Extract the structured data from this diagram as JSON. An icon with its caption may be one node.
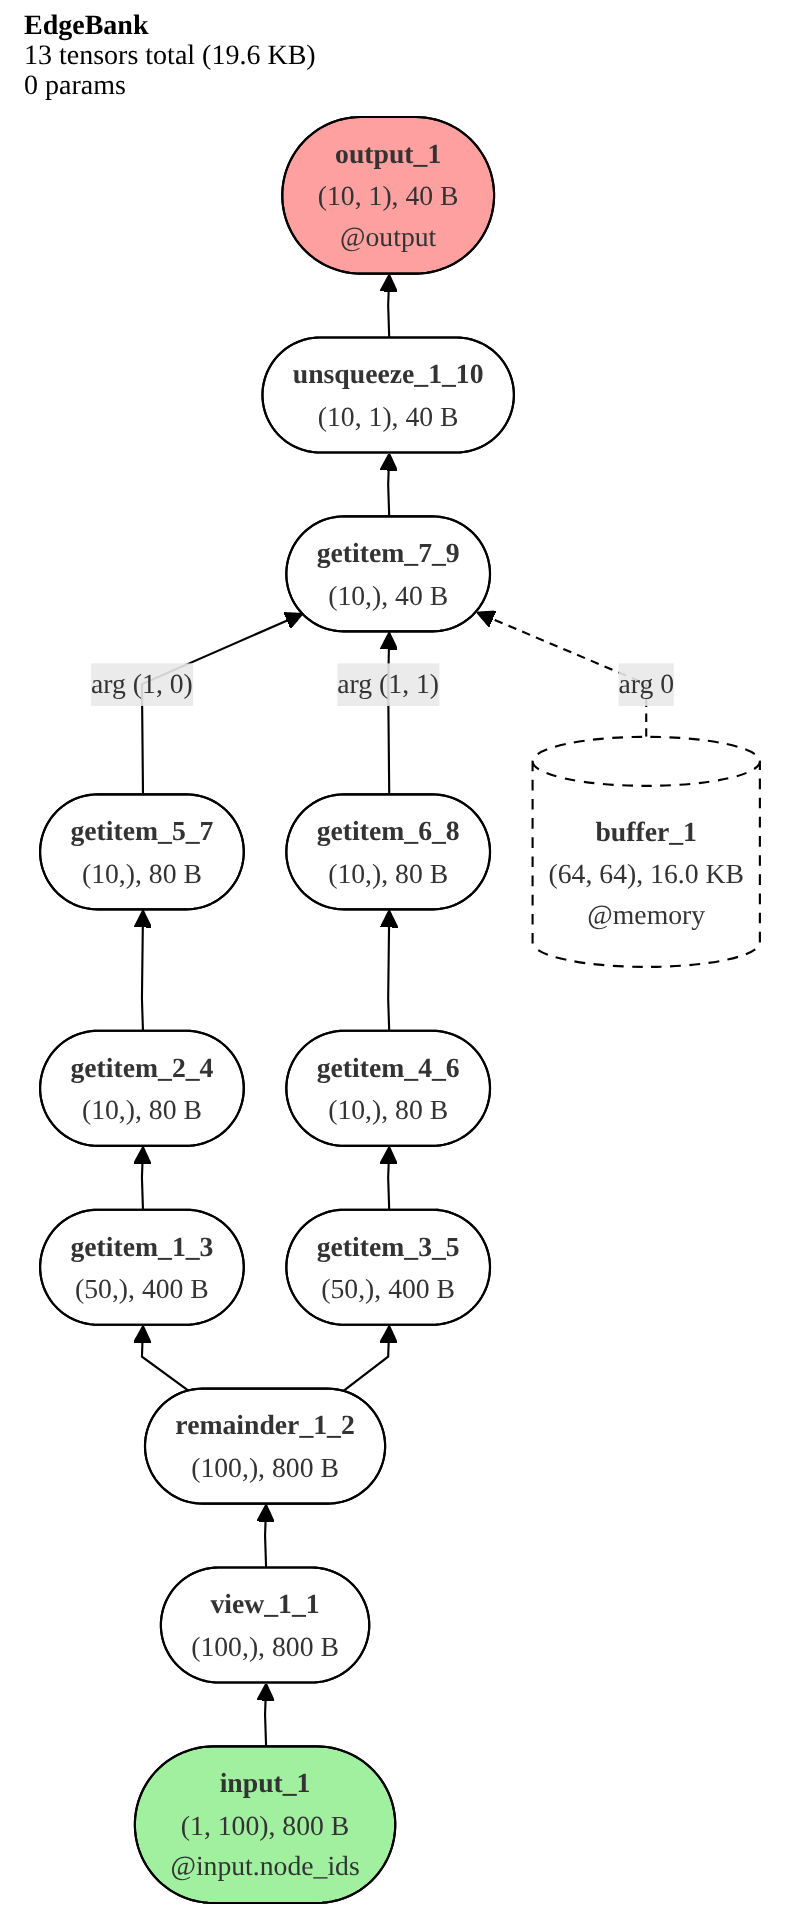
{
  "diagram": {
    "title": "EdgeBank",
    "nodes": [
      {
        "text": [
          "output_1",
          "(10, 1), 40 B",
          "@output"
        ]
      },
      {
        "text": [
          "unsqueeze_1_10",
          "(10, 1), 40 B"
        ]
      },
      {
        "text": [
          "getitem_7_9",
          "(10,), 40 B"
        ]
      },
      {
        "text": [
          "getitem_5_7",
          "(10,), 80 B"
        ]
      },
      {
        "text": [
          "getitem_6_8",
          "(10,), 80 B"
        ]
      },
      {
        "text": [
          "buffer_1",
          "(64, 64), 16.0 KB",
          "@memory"
        ]
      },
      {
        "text": [
          "getitem_2_4",
          "(10,), 80 B"
        ]
      },
      {
        "text": [
          "getitem_4_6",
          "(10,), 80 B"
        ]
      },
      {
        "text": [
          "getitem_1_3",
          "(50,), 400 B"
        ]
      },
      {
        "text": [
          "getitem_3_5",
          "(50,), 400 B"
        ]
      },
      {
        "text": [
          "remainder_1_2",
          "(100,), 800 B"
        ]
      },
      {
        "text": [
          "view_1_1",
          "(100,), 800 B"
        ]
      },
      {
        "text": [
          "input_1",
          "(1, 100), 800 B",
          "@input.node_ids"
        ]
      }
    ],
    "edges": [
      {
        "from": 12,
        "to": 11,
        "arrow": "to"
      },
      {
        "from": 11,
        "to": 10,
        "arrow": "to"
      },
      {
        "from": 10,
        "to": 8,
        "arrow": "to"
      },
      {
        "from": 10,
        "to": 9,
        "arrow": "to"
      },
      {
        "from": 8,
        "to": 6,
        "arrow": "to"
      },
      {
        "from": 9,
        "to": 7,
        "arrow": "to"
      },
      {
        "from": 6,
        "to": 3,
        "arrow": "to"
      },
      {
        "from": 7,
        "to": 4,
        "arrow": "to"
      },
      {
        "from": 3,
        "to": 2,
        "arrow": "to",
        "label": "arg (1, 0)"
      },
      {
        "from": 4,
        "to": 2,
        "arrow": "to",
        "label": "arg (1, 1)"
      },
      {
        "from": 5,
        "to": 2,
        "arrow": "to",
        "label": "arg 0",
        "style": "dashed"
      },
      {
        "from": 2,
        "to": 1,
        "arrow": "to"
      },
      {
        "from": 1,
        "to": 0,
        "arrow": "to"
      }
    ],
    "labels": [
      "13 tensors total (19.6 KB)",
      "0 params"
    ]
  }
}
